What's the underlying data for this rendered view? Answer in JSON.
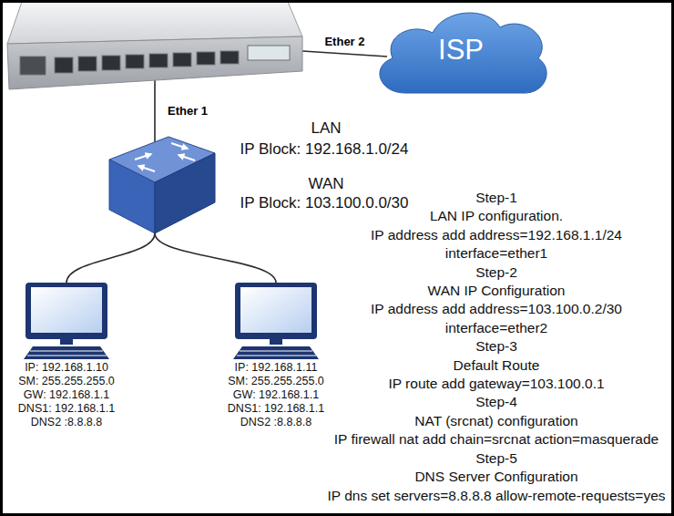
{
  "diagram": {
    "nodes": [
      {
        "text": []
      },
      {
        "text": [
          "ISP"
        ]
      },
      {
        "text": []
      },
      {
        "text": [
          "IP: 192.168.1.10",
          "SM: 255.255.255.0",
          "GW: 192.168.1.1",
          "DNS1: 192.168.1.1",
          "DNS2 :8.8.8.8"
        ]
      },
      {
        "text": [
          "IP: 192.168.1.11",
          "SM: 255.255.255.0",
          "GW: 192.168.1.1",
          "DNS1: 192.168.1.1",
          "DNS2 :8.8.8.8"
        ]
      }
    ],
    "edges": [
      {
        "from": 0,
        "to": 1,
        "arrow": "none",
        "label": "Ether 2"
      },
      {
        "from": 0,
        "to": 2,
        "arrow": "none",
        "label": "Ether 1"
      },
      {
        "from": 2,
        "to": 3,
        "arrow": "none"
      },
      {
        "from": 2,
        "to": 4,
        "arrow": "none"
      }
    ],
    "labels": [
      "LAN",
      "IP Block: 192.168.1.0/24",
      "WAN",
      "IP Block: 103.100.0.0/30",
      "Step-1",
      "LAN IP configuration.",
      "IP address add address=192.168.1.1/24 interface=ether1",
      "Step-2",
      "WAN IP Configuration",
      "IP address add address=103.100.0.2/30 interface=ether2",
      "Step-3",
      "Default Route",
      "IP route add gateway=103.100.0.1",
      "Step-4",
      "NAT (srcnat) configuration",
      "IP firewall nat add chain=srcnat action=masquerade",
      "Step-5",
      "DNS Server Configuration",
      "IP dns set servers=8.8.8.8 allow-remote-requests=yes"
    ]
  }
}
